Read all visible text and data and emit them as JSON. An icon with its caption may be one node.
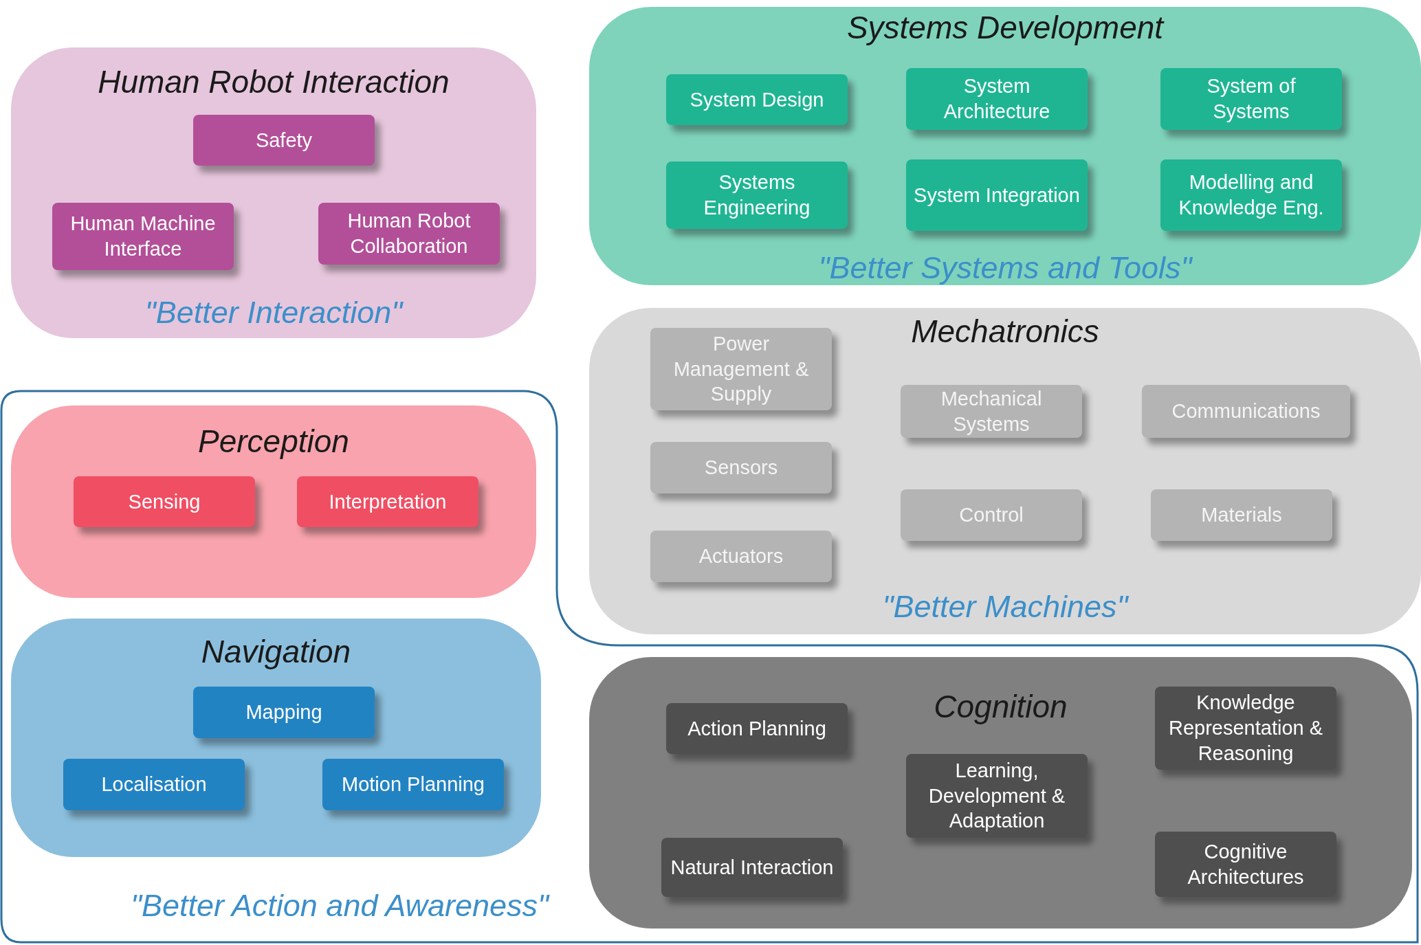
{
  "diagram": {
    "nodes": [
      {
        "text": [
          "Human Robot Interaction",
          "\"Better Interaction\""
        ]
      },
      {
        "text": [
          "Safety"
        ],
        "in": 0
      },
      {
        "text": [
          "Human Machine Interface"
        ],
        "in": 0
      },
      {
        "text": [
          "Human Robot Collaboration"
        ],
        "in": 0
      },
      {
        "text": [
          "Systems Development",
          "\"Better Systems and Tools\""
        ]
      },
      {
        "text": [
          "System Design"
        ],
        "in": 4
      },
      {
        "text": [
          "System Architecture"
        ],
        "in": 4
      },
      {
        "text": [
          "System of Systems"
        ],
        "in": 4
      },
      {
        "text": [
          "Systems Engineering"
        ],
        "in": 4
      },
      {
        "text": [
          "System Integration"
        ],
        "in": 4
      },
      {
        "text": [
          "Modelling and Knowledge Eng."
        ],
        "in": 4
      },
      {
        "text": [
          "Mechatronics",
          "\"Better Machines\""
        ]
      },
      {
        "text": [
          "Power Management & Supply"
        ],
        "in": 11
      },
      {
        "text": [
          "Mechanical Systems"
        ],
        "in": 11
      },
      {
        "text": [
          "Communications"
        ],
        "in": 11
      },
      {
        "text": [
          "Sensors"
        ],
        "in": 11
      },
      {
        "text": [
          "Control"
        ],
        "in": 11
      },
      {
        "text": [
          "Materials"
        ],
        "in": 11
      },
      {
        "text": [
          "Actuators"
        ],
        "in": 11
      },
      {
        "text": [
          "\"Better Action and Awareness\""
        ]
      },
      {
        "text": [
          "Perception"
        ],
        "in": 19
      },
      {
        "text": [
          "Sensing"
        ],
        "in": 20
      },
      {
        "text": [
          "Interpretation"
        ],
        "in": 20
      },
      {
        "text": [
          "Navigation"
        ],
        "in": 19
      },
      {
        "text": [
          "Mapping"
        ],
        "in": 23
      },
      {
        "text": [
          "Localisation"
        ],
        "in": 23
      },
      {
        "text": [
          "Motion Planning"
        ],
        "in": 23
      },
      {
        "text": [
          "Cognition"
        ],
        "in": 19
      },
      {
        "text": [
          "Action Planning"
        ],
        "in": 27
      },
      {
        "text": [
          "Knowledge Representation & Reasoning"
        ],
        "in": 27
      },
      {
        "text": [
          "Learning, Development & Adaptation"
        ],
        "in": 27
      },
      {
        "text": [
          "Natural Interaction"
        ],
        "in": 27
      },
      {
        "text": [
          "Cognitive Architectures"
        ],
        "in": 27
      }
    ]
  }
}
